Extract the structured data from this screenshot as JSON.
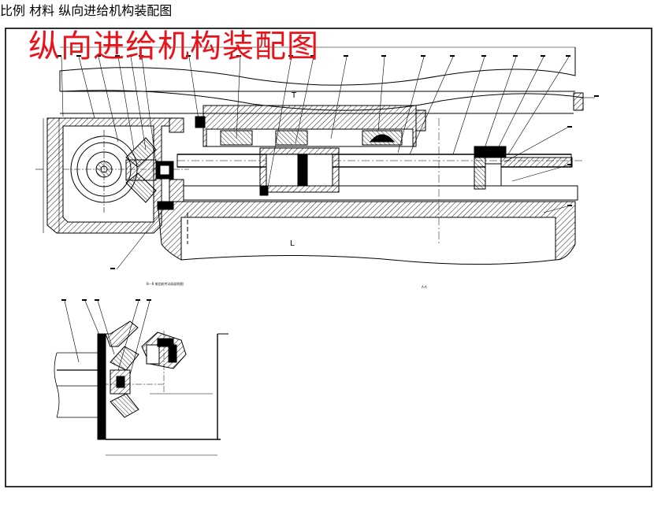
{
  "title": {
    "text": "纵向进给机构装配图",
    "color": "#e8141c"
  },
  "colors": {
    "line": "#000000",
    "hatch": "#000000",
    "paper": "#ffffff",
    "title": "#e8141c"
  },
  "section_labels": {
    "bevel_view": "B—B 锥齿轮传动局部视图",
    "section": "A-A"
  },
  "main_view_marks": {
    "top": "T",
    "bottom": "L"
  },
  "title_block": {
    "scale_label": "比例",
    "material_label": "材料",
    "name": "纵向进给机构装配图"
  }
}
